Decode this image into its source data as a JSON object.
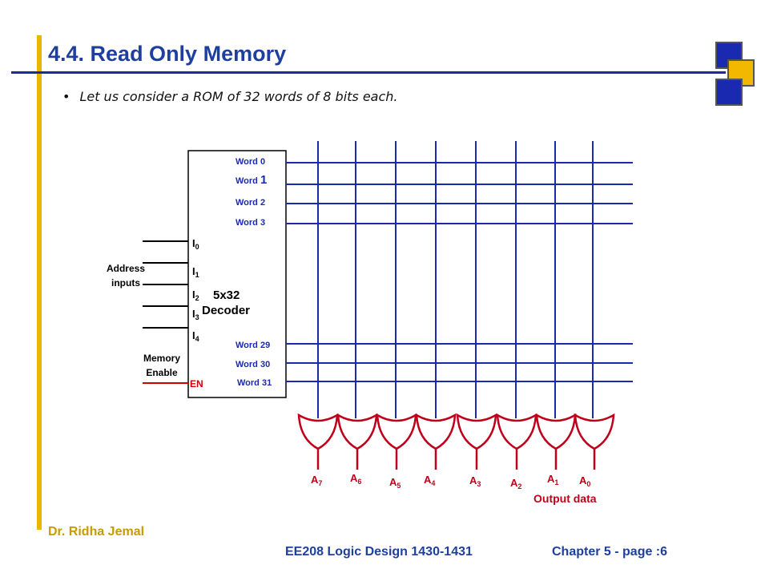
{
  "slide": {
    "title": "4.4. Read Only Memory",
    "bullet": "Let us consider a ROM of 32 words of 8 bits each.",
    "author": "Dr. Ridha Jemal",
    "course": "EE208 Logic Design 1430-1431",
    "chapter": "Chapter 5  - page :6"
  },
  "colors": {
    "title": "#1f3f9f",
    "accent_bar": "#e8b800",
    "wire": "#1a2ab0",
    "or_gate": "#c0001a",
    "enable_line": "#d00000"
  },
  "diagram": {
    "decoder_label_1": "5x32",
    "decoder_label_2": "Decoder",
    "address_label_1": "Address",
    "address_label_2": "inputs",
    "memory_label_1": "Memory",
    "memory_label_2": "Enable",
    "enable_pin": "EN",
    "inputs": [
      "I0",
      "I1",
      "I2",
      "I3",
      "I4"
    ],
    "words": [
      "Word 0",
      "Word 1",
      "Word 2",
      "Word 3",
      "Word 29",
      "Word 30",
      "Word 31"
    ],
    "outputs": [
      "A7",
      "A6",
      "A5",
      "A4",
      "A3",
      "A2",
      "A1",
      "A0"
    ],
    "output_caption": "Output data"
  }
}
